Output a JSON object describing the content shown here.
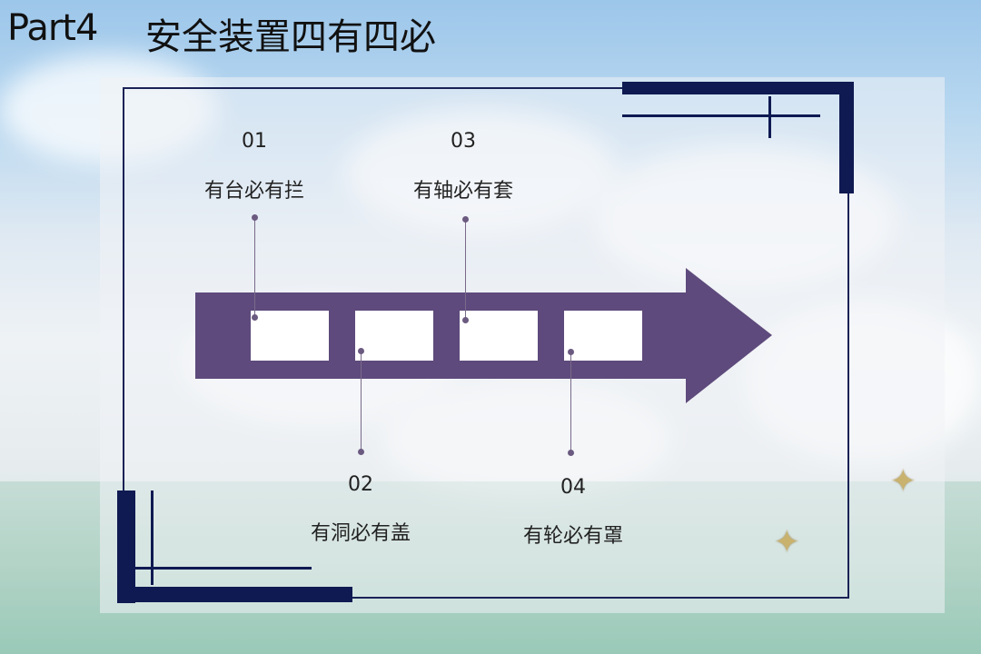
{
  "title": {
    "part": "Part4",
    "main": "安全装置四有四必"
  },
  "items": [
    {
      "num": "01",
      "label": "有台必有拦"
    },
    {
      "num": "02",
      "label": "有洞必有盖"
    },
    {
      "num": "03",
      "label": "有轴必有套"
    },
    {
      "num": "04",
      "label": "有轮必有罩"
    }
  ],
  "colors": {
    "arrow": "#5e4a7c",
    "frame": "#0f1a52",
    "stem": "#7a6a8a"
  },
  "icons": {
    "sparkle": "sparkle-icon"
  }
}
